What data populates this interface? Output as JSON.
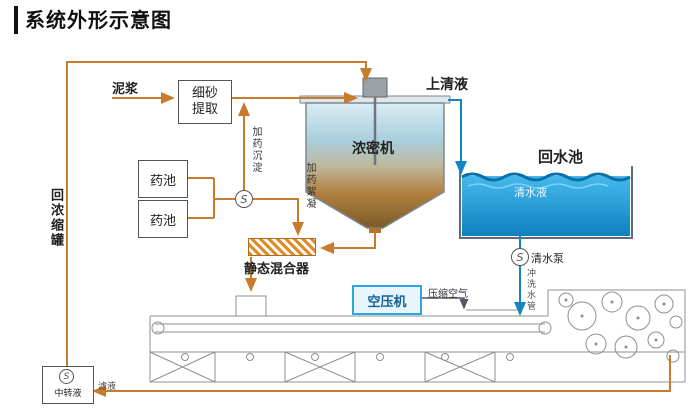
{
  "title": "系统外形示意图",
  "labels": {
    "slurry": "泥浆",
    "sand_extraction": "细砂提取",
    "supernatant": "上清液",
    "thickener": "浓密机",
    "return_pool": "回水池",
    "clear_water": "清水液",
    "chem_pool_1": "药池",
    "chem_pool_2": "药池",
    "dosing_sedimentation": "加药沉淀",
    "dosing_flocculation": "加药絮凝",
    "static_mixer": "静态混合器",
    "return_thickener_tank": "回浓缩罐",
    "clear_water_pump": "清水泵",
    "flush_water_pipe": "冲洗水管",
    "air_compressor": "空压机",
    "compressed_air": "压缩空气",
    "transfer_tank": "中转液",
    "filtrate": "滤液"
  },
  "icons": {
    "pump_glyph": "S"
  },
  "colors": {
    "flow_line": "#c77b2c",
    "water_line": "#1286c3",
    "pool_fill_top": "#45b9ec",
    "pool_fill_bottom": "#1080bf",
    "machine_line": "#8f8f8f",
    "mixer_hatch": "#e08a28"
  }
}
